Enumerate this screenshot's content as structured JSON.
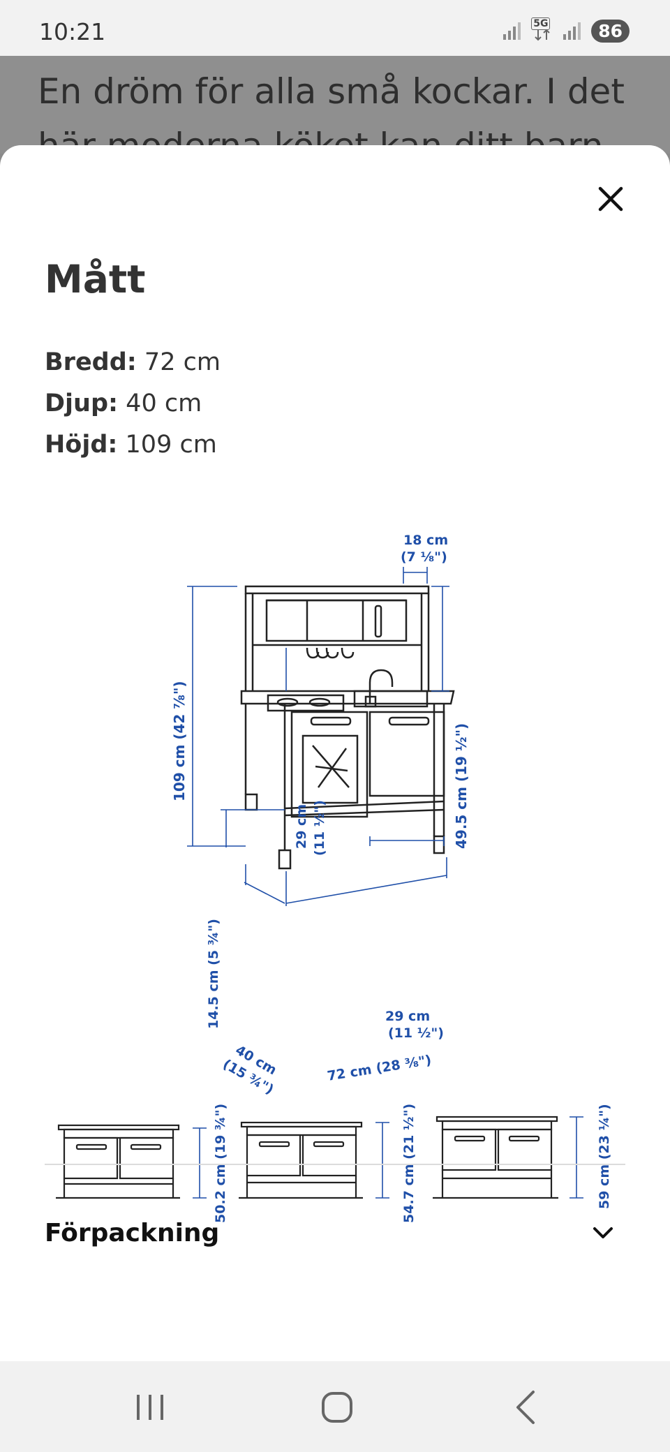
{
  "status_bar": {
    "time": "10:21",
    "network": "5G",
    "battery": "86",
    "icons": [
      "signal-icon",
      "5g-icon",
      "signal-icon",
      "battery-icon"
    ]
  },
  "background_page": {
    "description_line1": "En dröm för alla små kockar. I det",
    "description_line2": "här moderna köket kan ditt barn"
  },
  "sheet": {
    "close_icon": "close-icon",
    "title": "Mått",
    "dimensions": [
      {
        "label": "Bredd:",
        "value": "72 cm"
      },
      {
        "label": "Djup:",
        "value": "40 cm"
      },
      {
        "label": "Höjd:",
        "value": "109 cm"
      }
    ],
    "drawing": {
      "top_depth": {
        "cm": "18 cm",
        "inch": "(7 ⅛\")"
      },
      "height": "109 cm (42 ⅞\")",
      "upper_height": "49.5 cm (19 ½\")",
      "shelf_clearance": {
        "cm": "29 cm",
        "inch": "(11 ½\")"
      },
      "leg_height": "14.5 cm (5 ¾\")",
      "door_width": {
        "cm": "29 cm",
        "inch": "(11 ½\")"
      },
      "depth": {
        "cm": "40 cm",
        "inch": "(15 ¾\")"
      },
      "width": "72 cm (28 ⅜\")",
      "counter_heights": [
        "50.2 cm (19 ¾\")",
        "54.7 cm (21 ½\")",
        "59 cm (23 ¼\")"
      ]
    },
    "sections": [
      {
        "label": "Förpackning",
        "icon": "chevron-down-icon"
      }
    ]
  },
  "nav_bar": {
    "icons": [
      "recent-apps-icon",
      "home-icon",
      "back-icon"
    ]
  }
}
